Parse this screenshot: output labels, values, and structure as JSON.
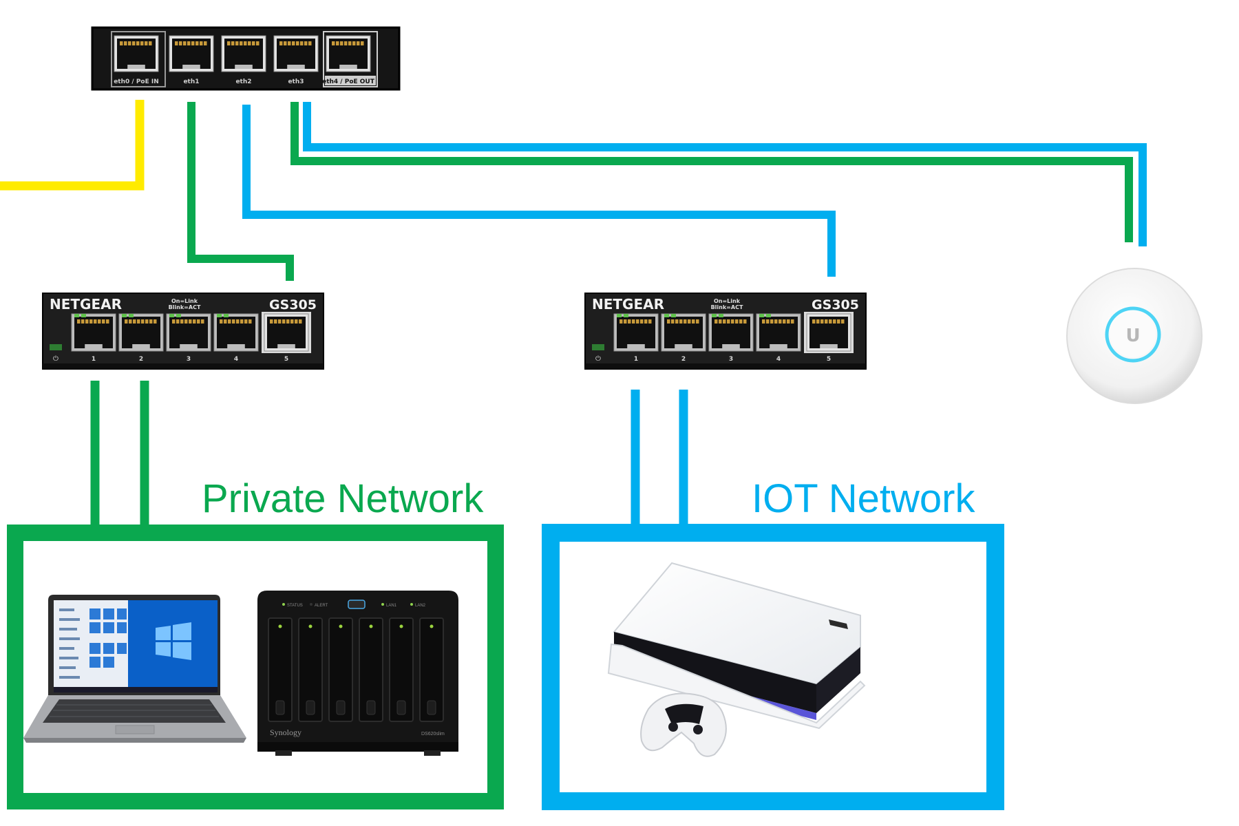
{
  "colors": {
    "private": "#0aa84f",
    "iot": "#00aeef",
    "wan": "#ffeb00",
    "device_dark": "#111111",
    "port_light": "#cfcfcf"
  },
  "router": {
    "ports": [
      "eth0 / PoE IN",
      "eth1",
      "eth2",
      "eth3",
      "eth4 / PoE OUT"
    ]
  },
  "switches": [
    {
      "brand": "NETGEAR",
      "legend_line1": "On=Link",
      "legend_line2": "Blink=ACT",
      "model": "GS305",
      "port_numbers": [
        "1",
        "2",
        "3",
        "4",
        "5"
      ]
    },
    {
      "brand": "NETGEAR",
      "legend_line1": "On=Link",
      "legend_line2": "Blink=ACT",
      "model": "GS305",
      "port_numbers": [
        "1",
        "2",
        "3",
        "4",
        "5"
      ]
    }
  ],
  "access_point": {
    "logo": "U"
  },
  "networks": {
    "private": {
      "title": "Private Network"
    },
    "iot": {
      "title": "IOT Network"
    }
  },
  "devices": {
    "laptop": {
      "icon": "laptop-icon"
    },
    "nas": {
      "icon": "nas-icon",
      "brand": "Synology",
      "model": "DS620slim",
      "leds": [
        "STATUS",
        "ALERT",
        "LAN1",
        "LAN2"
      ]
    },
    "console": {
      "icon": "game-console-icon"
    },
    "controller": {
      "icon": "gamepad-icon"
    }
  }
}
